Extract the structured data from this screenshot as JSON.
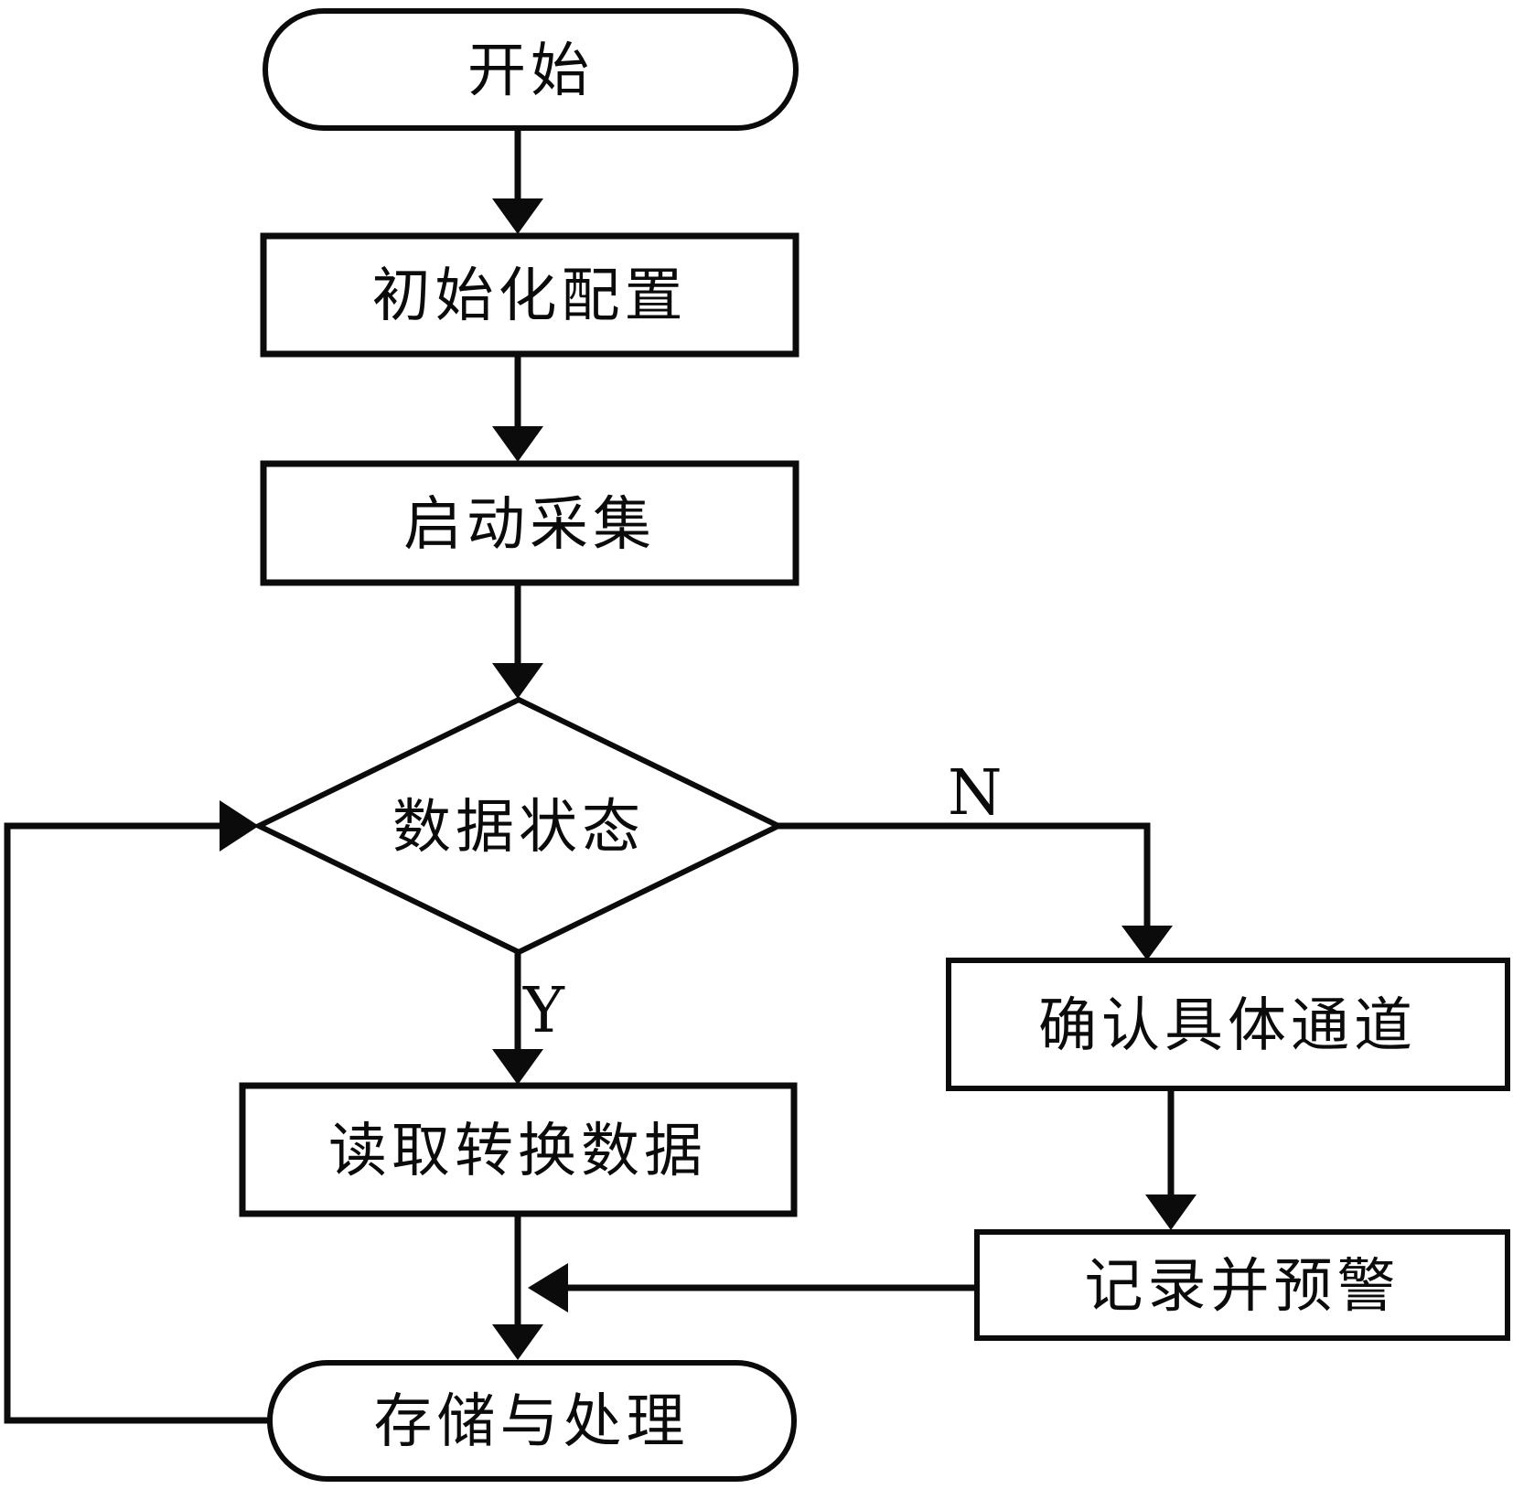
{
  "diagram": {
    "colors": {
      "stroke": "#0b0b0b",
      "background": "#ffffff",
      "text": "#0b0b0b"
    },
    "nodes": {
      "start": {
        "label": "开始",
        "type": "terminator"
      },
      "init": {
        "label": "初始化配置",
        "type": "process"
      },
      "collect": {
        "label": "启动采集",
        "type": "process"
      },
      "status": {
        "label": "数据状态",
        "type": "decision"
      },
      "read": {
        "label": "读取转换数据",
        "type": "process"
      },
      "store": {
        "label": "存储与处理",
        "type": "terminator"
      },
      "confirm": {
        "label": "确认具体通道",
        "type": "process"
      },
      "record": {
        "label": "记录并预警",
        "type": "process"
      }
    },
    "branch_labels": {
      "yes": "Y",
      "no": "N"
    }
  }
}
